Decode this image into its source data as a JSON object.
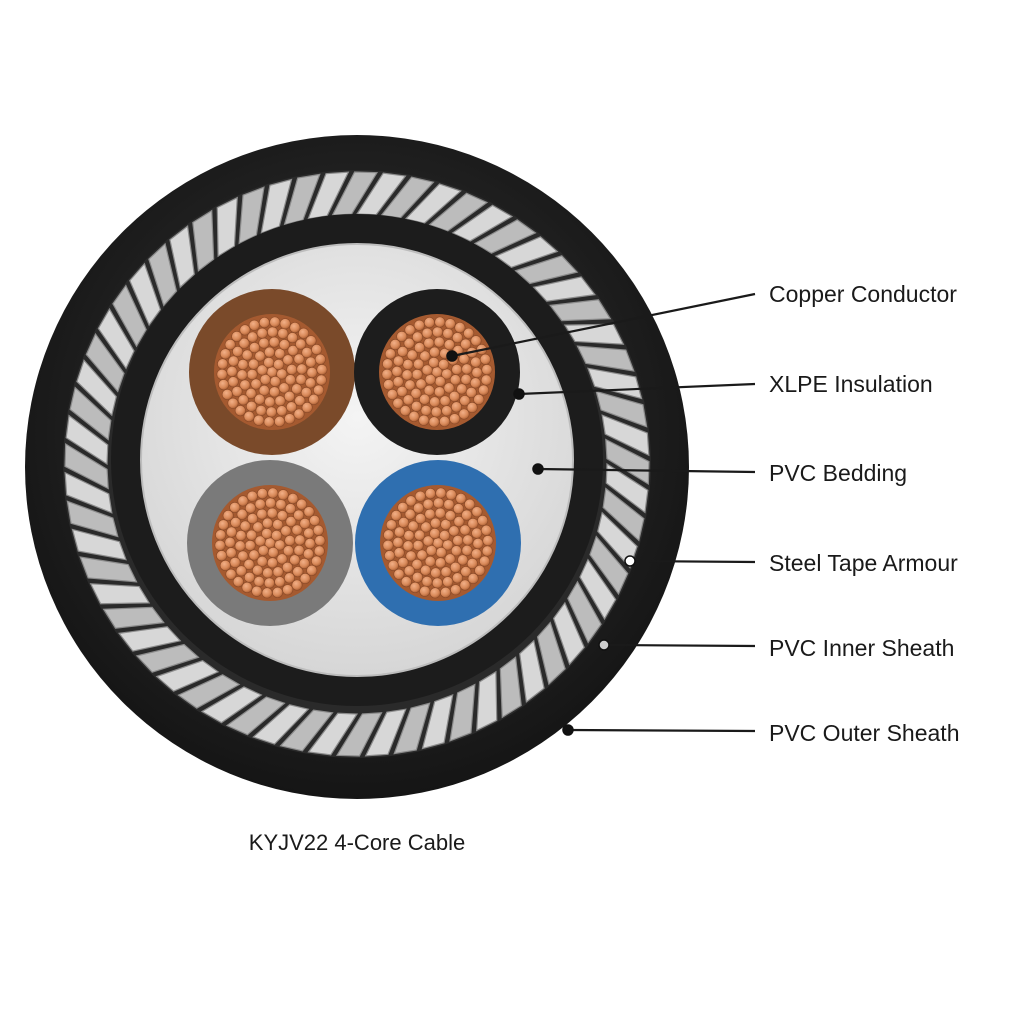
{
  "caption": "KYJV22 4-Core Cable",
  "labels": [
    {
      "text": "Copper Conductor",
      "target": "copper-conductor"
    },
    {
      "text": "XLPE Insulation",
      "target": "xlpe-insulation"
    },
    {
      "text": "PVC Bedding",
      "target": "pvc-bedding"
    },
    {
      "text": "Steel Tape Armour",
      "target": "steel-tape-armour"
    },
    {
      "text": "PVC Inner Sheath",
      "target": "pvc-inner-sheath"
    },
    {
      "text": "PVC Outer Sheath",
      "target": "pvc-outer-sheath"
    }
  ],
  "cores": [
    {
      "position": "top-left",
      "insulation_color": "#7a4a2a"
    },
    {
      "position": "top-right",
      "insulation_color": "#1d1d1d"
    },
    {
      "position": "bottom-left",
      "insulation_color": "#7a7a7a"
    },
    {
      "position": "bottom-right",
      "insulation_color": "#2f6fb0"
    }
  ],
  "colors": {
    "outer_sheath": "#1f1f1f",
    "armour_light": "#d7d7d7",
    "armour_dark": "#8c8c8c",
    "inner_sheath": "#1c1c1c",
    "bedding": "#e6e6e6",
    "copper": "#d98a5a",
    "copper_dark": "#a55a30"
  }
}
